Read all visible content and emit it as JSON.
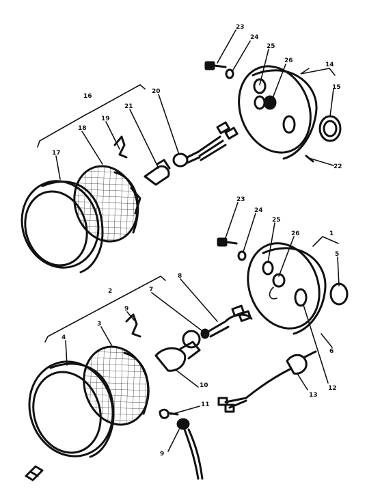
{
  "labels": {
    "l1": "1",
    "l2": "2",
    "l3": "3",
    "l4": "4",
    "l5": "5",
    "l6": "6",
    "l7": "7",
    "l8": "8",
    "l9": "9",
    "l10": "10",
    "l11": "11",
    "l12": "12",
    "l13": "13",
    "l14": "14",
    "l15": "15",
    "l16": "16",
    "l17": "17",
    "l18": "18",
    "l19": "19",
    "l20": "20",
    "l21": "21",
    "l22": "22",
    "l23a": "23",
    "l24a": "24",
    "l25a": "25",
    "l26a": "26",
    "l23b": "23",
    "l24b": "24",
    "l25b": "25",
    "l26b": "26"
  }
}
